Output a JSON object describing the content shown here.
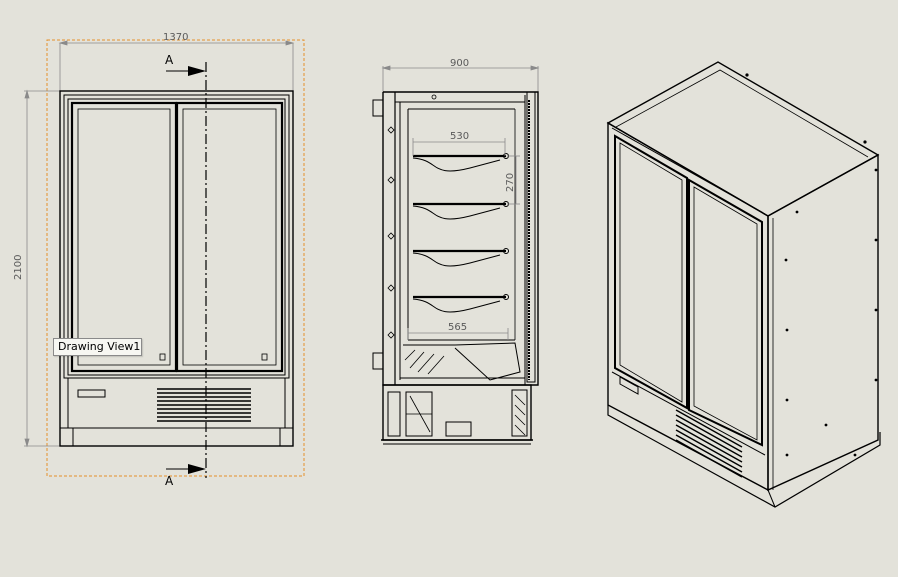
{
  "views": {
    "front": {
      "width_dimension": "1370",
      "height_dimension": "2100",
      "section_label_top": "A",
      "section_label_bottom": "A",
      "tooltip": "Drawing View1"
    },
    "section": {
      "depth_dimension": "900",
      "shelf_top_dimension": "530",
      "shelf_spacing_dimension": "270",
      "shelf_bottom_dimension": "565"
    }
  },
  "colors": {
    "background": "#e3e2da",
    "line": "#000000",
    "dimension": "#6e6e6e",
    "selection_border": "#e5902a"
  }
}
